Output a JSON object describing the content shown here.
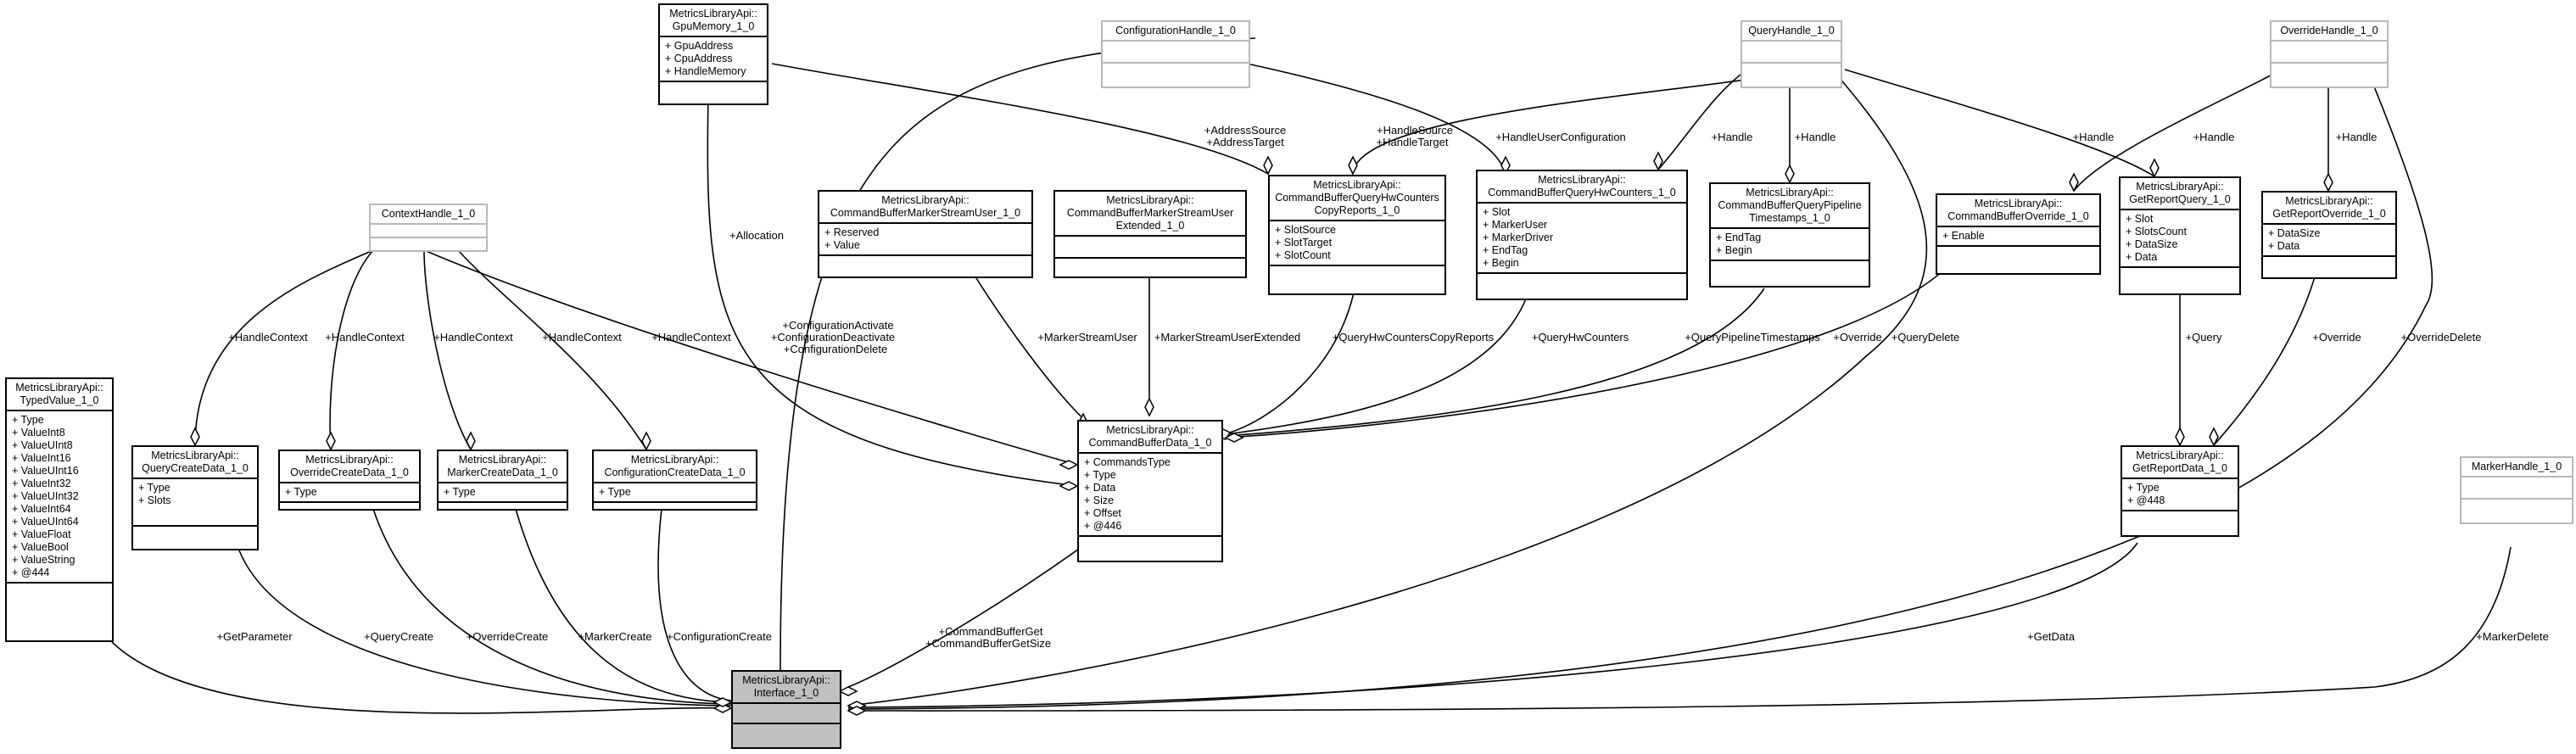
{
  "nodes": {
    "interface": {
      "title": [
        "MetricsLibraryApi::",
        "Interface_1_0"
      ],
      "attrs": []
    },
    "typed_value": {
      "title": [
        "MetricsLibraryApi::",
        "TypedValue_1_0"
      ],
      "attrs": [
        "+ Type",
        "+ ValueInt8",
        "+ ValueUInt8",
        "+ ValueInt16",
        "+ ValueUInt16",
        "+ ValueInt32",
        "+ ValueUInt32",
        "+ ValueInt64",
        "+ ValueUInt64",
        "+ ValueFloat",
        "+ ValueBool",
        "+ ValueString",
        "+ @444"
      ]
    },
    "query_create": {
      "title": [
        "MetricsLibraryApi::",
        "QueryCreateData_1_0"
      ],
      "attrs": [
        "+ Type",
        "+ Slots"
      ]
    },
    "override_create": {
      "title": [
        "MetricsLibraryApi::",
        "OverrideCreateData_1_0"
      ],
      "attrs": [
        "+ Type"
      ]
    },
    "marker_create": {
      "title": [
        "MetricsLibraryApi::",
        "MarkerCreateData_1_0"
      ],
      "attrs": [
        "+ Type"
      ]
    },
    "config_create": {
      "title": [
        "MetricsLibraryApi::",
        "ConfigurationCreateData_1_0"
      ],
      "attrs": [
        "+ Type"
      ]
    },
    "context_handle": {
      "title": [
        "ContextHandle_1_0"
      ],
      "attrs": []
    },
    "gpu_memory": {
      "title": [
        "MetricsLibraryApi::",
        "GpuMemory_1_0"
      ],
      "attrs": [
        "+ GpuAddress",
        "+ CpuAddress",
        "+ HandleMemory"
      ]
    },
    "config_handle": {
      "title": [
        "ConfigurationHandle_1_0"
      ],
      "attrs": []
    },
    "query_handle": {
      "title": [
        "QueryHandle_1_0"
      ],
      "attrs": []
    },
    "override_handle": {
      "title": [
        "OverrideHandle_1_0"
      ],
      "attrs": []
    },
    "marker_handle": {
      "title": [
        "MarkerHandle_1_0"
      ],
      "attrs": []
    },
    "marker_stream_user": {
      "title": [
        "MetricsLibraryApi::",
        "CommandBufferMarkerStreamUser_1_0"
      ],
      "attrs": [
        "+ Reserved",
        "+ Value"
      ]
    },
    "marker_stream_ext": {
      "title": [
        "MetricsLibraryApi::",
        "CommandBufferMarkerStreamUser",
        "Extended_1_0"
      ],
      "attrs": []
    },
    "copy_reports": {
      "title": [
        "MetricsLibraryApi::",
        "CommandBufferQueryHwCounters",
        "CopyReports_1_0"
      ],
      "attrs": [
        "+ SlotSource",
        "+ SlotTarget",
        "+ SlotCount"
      ]
    },
    "hw_counters": {
      "title": [
        "MetricsLibraryApi::",
        "CommandBufferQueryHwCounters_1_0"
      ],
      "attrs": [
        "+ Slot",
        "+ MarkerUser",
        "+ MarkerDriver",
        "+ EndTag",
        "+ Begin"
      ]
    },
    "pipeline_ts": {
      "title": [
        "MetricsLibraryApi::",
        "CommandBufferQueryPipeline",
        "Timestamps_1_0"
      ],
      "attrs": [
        "+ EndTag",
        "+ Begin"
      ]
    },
    "cb_override": {
      "title": [
        "MetricsLibraryApi::",
        "CommandBufferOverride_1_0"
      ],
      "attrs": [
        "+ Enable"
      ]
    },
    "get_report_query": {
      "title": [
        "MetricsLibraryApi::",
        "GetReportQuery_1_0"
      ],
      "attrs": [
        "+ Slot",
        "+ SlotsCount",
        "+ DataSize",
        "+ Data"
      ]
    },
    "get_report_override": {
      "title": [
        "MetricsLibraryApi::",
        "GetReportOverride_1_0"
      ],
      "attrs": [
        "+ DataSize",
        "+ Data"
      ]
    },
    "cb_data": {
      "title": [
        "MetricsLibraryApi::",
        "CommandBufferData_1_0"
      ],
      "attrs": [
        "+ CommandsType",
        "+ Type",
        "+ Data",
        "+ Size",
        "+ Offset",
        "+ @446"
      ]
    },
    "get_report_data": {
      "title": [
        "MetricsLibraryApi::",
        "GetReportData_1_0"
      ],
      "attrs": [
        "+ Type",
        "+ @448"
      ]
    }
  },
  "edge_labels": {
    "get_parameter": "+GetParameter",
    "query_create": "+QueryCreate",
    "override_create": "+OverrideCreate",
    "marker_create": "+MarkerCreate",
    "configuration_create": "+ConfigurationCreate",
    "config_activate": [
      "+ConfigurationActivate",
      "+ConfigurationDeactivate",
      "+ConfigurationDelete"
    ],
    "allocation": "+Allocation",
    "cb_get": [
      "+CommandBufferGet",
      "+CommandBufferGetSize"
    ],
    "query_delete": "+QueryDelete",
    "get_data": "+GetData",
    "override_delete": "+OverrideDelete",
    "marker_delete": "+MarkerDelete",
    "handle_context": "+HandleContext",
    "marker_stream_user": "+MarkerStreamUser",
    "marker_stream_ext": "+MarkerStreamUserExtended",
    "copy_reports": "+QueryHwCountersCopyReports",
    "hw_counters": "+QueryHwCounters",
    "pipeline_ts": "+QueryPipelineTimestamps",
    "override": "+Override",
    "query": "+Query",
    "address": [
      "+AddressSource",
      "+AddressTarget"
    ],
    "handle_source": [
      "+HandleSource",
      "+HandleTarget"
    ],
    "handle_user_config": "+HandleUserConfiguration",
    "handle": "+Handle"
  }
}
